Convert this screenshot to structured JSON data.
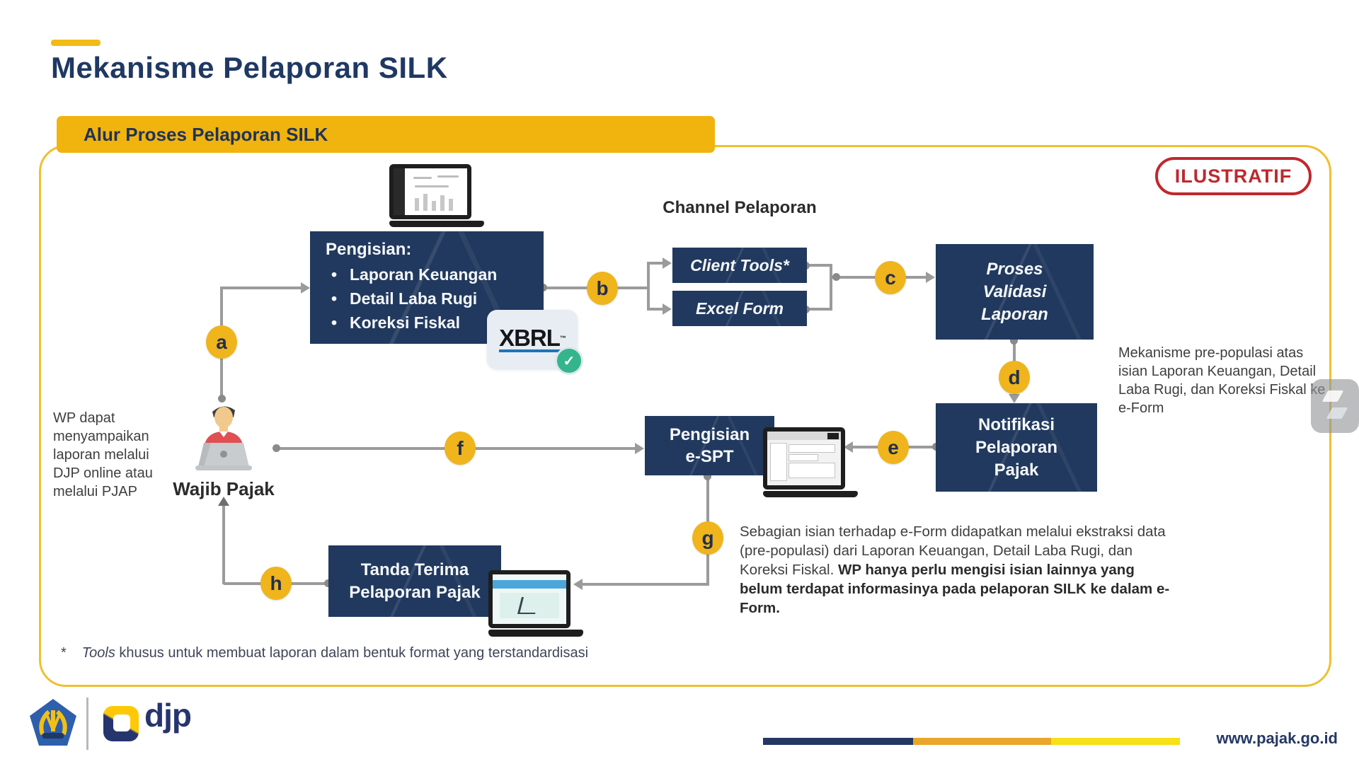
{
  "slide": {
    "title": "Mekanisme Pelaporan SILK",
    "section_banner": "Alur Proses Pelaporan SILK",
    "badge": "ILUSTRATIF"
  },
  "flow": {
    "pengisian": {
      "heading": "Pengisian:",
      "items": [
        "Laporan Keuangan",
        "Detail Laba Rugi",
        "Koreksi Fiskal"
      ]
    },
    "channel_header": "Channel Pelaporan",
    "client_tools": "Client Tools*",
    "excel_form": "Excel Form",
    "proses_validasi": "Proses Validasi Laporan",
    "notifikasi": "Notifikasi Pelaporan Pajak",
    "pengisian_espt": "Pengisian e-SPT",
    "tanda_terima": "Tanda Terima Pelaporan Pajak",
    "actor": "Wajib Pajak",
    "xbrl_label": "XBRL",
    "xbrl_tm": "™",
    "steps": {
      "a": "a",
      "b": "b",
      "c": "c",
      "d": "d",
      "e": "e",
      "f": "f",
      "g": "g",
      "h": "h"
    }
  },
  "notes": {
    "left": "WP dapat menyampaikan laporan melalui DJP online atau melalui PJAP",
    "right": "Mekanisme pre-populasi atas isian Laporan Keuangan, Detail Laba Rugi, dan Koreksi Fiskal ke e-Form",
    "bottom_regular": "Sebagian isian terhadap e-Form didapatkan melalui ekstraksi data (pre-populasi) dari Laporan Keuangan, Detail Laba Rugi, dan Koreksi Fiskal. ",
    "bottom_bold": "WP hanya perlu mengisi isian lainnya yang belum terdapat informasinya pada pelaporan SILK ke dalam e-Form.",
    "footnote_mark": "*",
    "footnote_italic": "Tools",
    "footnote_rest": " khusus untuk membuat laporan dalam bentuk format yang terstandardisasi"
  },
  "footer": {
    "logo_text": "djp",
    "website": "www.pajak.go.id"
  },
  "colors": {
    "navy": "#21395E",
    "title_navy": "#1F3864",
    "banner_yellow": "#F1B30E",
    "circle_amber": "#F0B41C",
    "badge_red": "#C0272D",
    "connector_gray": "#9B9B9B",
    "check_green": "#35B58B"
  }
}
